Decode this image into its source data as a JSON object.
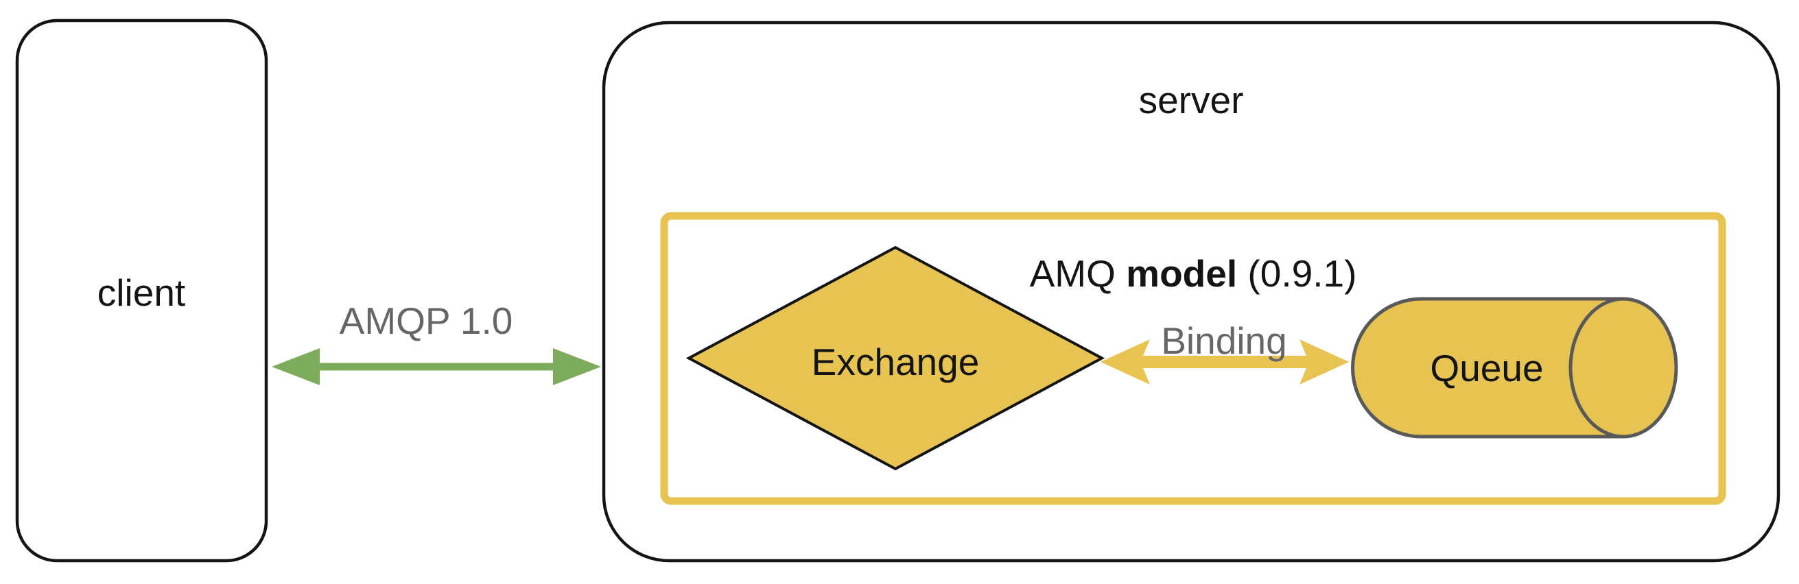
{
  "colors": {
    "yellow": "#E7C351",
    "green": "#7CAB5C",
    "gray-text": "#666666",
    "gray-outline": "#595959",
    "ink": "#141414",
    "background": "#FFFFFF"
  },
  "client": {
    "label": "client"
  },
  "connection": {
    "label": "AMQP 1.0"
  },
  "server": {
    "label": "server",
    "amq_model": {
      "title_prefix": "AMQ ",
      "title_bold": "model",
      "title_suffix": " (0.9.1)",
      "exchange": {
        "label": "Exchange"
      },
      "binding": {
        "label": "Binding"
      },
      "queue": {
        "label": "Queue"
      }
    }
  }
}
